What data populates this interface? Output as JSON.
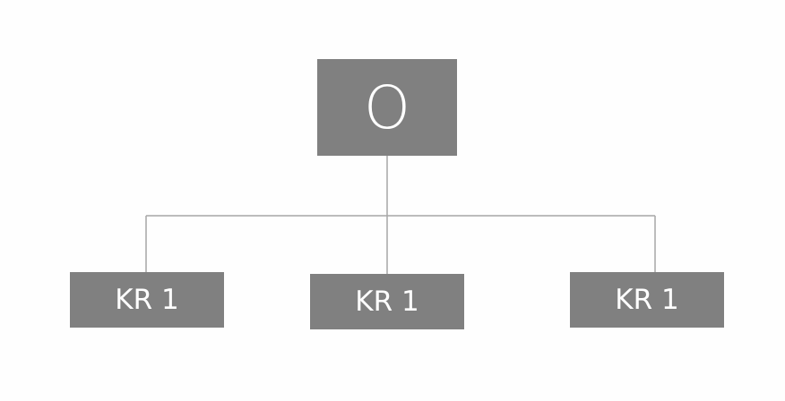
{
  "colors": {
    "box_fill": "#808080",
    "text": "#ffffff",
    "connector": "#a6a6a6",
    "background": "#fefefe"
  },
  "objective": {
    "label": "O"
  },
  "key_results": [
    {
      "label": "KR 1"
    },
    {
      "label": "KR 1"
    },
    {
      "label": "KR 1"
    }
  ]
}
